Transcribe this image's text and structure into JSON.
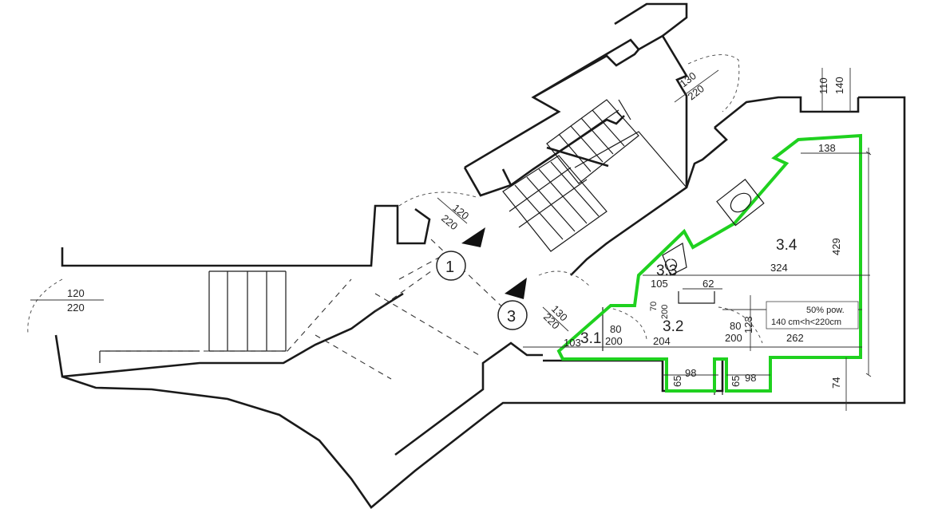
{
  "door_labels": {
    "left_width": "120",
    "left_height": "220",
    "hall_width": "120",
    "hall_height": "220",
    "top_width": "130",
    "top_height": "220",
    "mid_width": "130",
    "mid_height": "220",
    "top_right_a": "110",
    "top_right_b": "140"
  },
  "zone_markers": {
    "marker_1": "1",
    "marker_3": "3"
  },
  "rooms": {
    "r31": "3.1",
    "r32": "3.2",
    "r33": "3.3",
    "r34": "3.4"
  },
  "dimensions": {
    "d138": "138",
    "d429": "429",
    "d324": "324",
    "d105": "105",
    "d62": "62",
    "d262": "262",
    "d204": "204",
    "d103": "103",
    "d98a": "98",
    "d98b": "98",
    "d65a": "65",
    "d65b": "65",
    "d74": "74",
    "d70": "70",
    "d200v": "200",
    "d123": "123",
    "door31_w": "80",
    "door31_h": "200",
    "door32_w": "80",
    "door32_h": "200"
  },
  "note": {
    "line1": "50% pow.",
    "line2": "140 cm<h<220cm"
  },
  "colors": {
    "highlight": "#1fd11f",
    "walls": "#1a1a1a"
  }
}
